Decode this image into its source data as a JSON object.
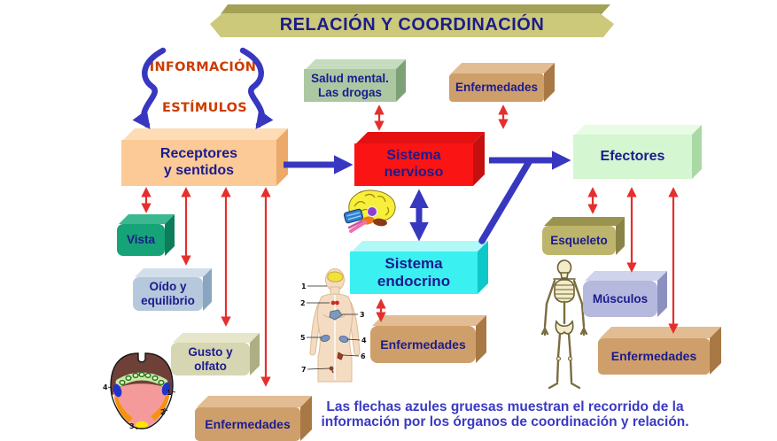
{
  "title": "RELACIÓN Y COORDINACIÓN",
  "stimuli": {
    "informacion": "INFORMACIÓN",
    "estimulos": "ESTÍMULOS"
  },
  "boxes": {
    "receptores": {
      "label": "Receptores\ny sentidos",
      "color": "#fbca96"
    },
    "salud_mental": {
      "label": "Salud mental.\nLas drogas",
      "color": "#abc8a2"
    },
    "enfermedades_nervioso": {
      "label": "Enfermedades",
      "color": "#cf9f6b"
    },
    "sistema_nervioso": {
      "label": "Sistema\nnervioso",
      "color": "#fb1414"
    },
    "efectores": {
      "label": "Efectores",
      "color": "#d4f6d0"
    },
    "vista": {
      "label": "Vista",
      "color": "#16a377"
    },
    "oido": {
      "label": "Oído y\nequilibrio",
      "color": "#b6c8db"
    },
    "gusto": {
      "label": "Gusto y\nolfato",
      "color": "#d6d6b2"
    },
    "enfermedades_sentidos": {
      "label": "Enfermedades",
      "color": "#cf9f6b"
    },
    "sistema_endocrino": {
      "label": "Sistema\nendocrino",
      "color": "#3af0f0"
    },
    "enfermedades_endocrino": {
      "label": "Enfermedades",
      "color": "#cf9f6b"
    },
    "esqueleto": {
      "label": "Esqueleto",
      "color": "#bdb56b"
    },
    "musculos": {
      "label": "Músculos",
      "color": "#b5b9de"
    },
    "enfermedades_efectores": {
      "label": "Enfermedades",
      "color": "#cf9f6b"
    }
  },
  "caption": "Las flechas azules gruesas muestran el recorrido de la\ninformación por los órganos de coordinación y relación.",
  "endocrine_body_labels": [
    "1",
    "2",
    "3",
    "4",
    "5",
    "6",
    "7"
  ],
  "tongue_labels": [
    "1",
    "2",
    "3",
    "4"
  ],
  "colors": {
    "banner": "#ccc97a",
    "banner_top": "#a2a156",
    "blue_arrow": "#3737c0",
    "red_arrow": "#e62e2e",
    "box_text": "#1b1b8e",
    "stimuli_text": "#cc3c00",
    "caption_text": "#3a3ac4"
  }
}
